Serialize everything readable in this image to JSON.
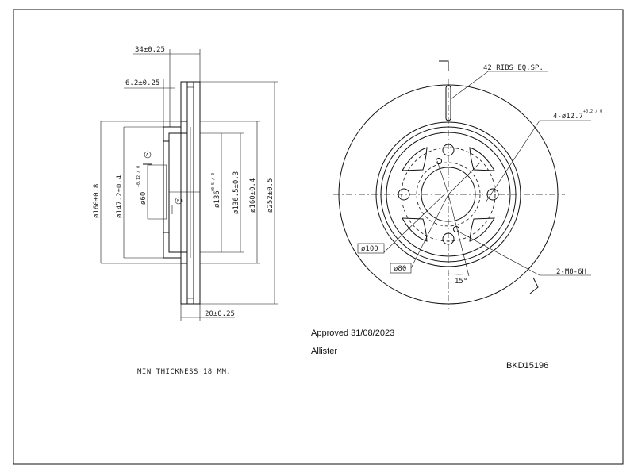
{
  "side_view": {
    "dims": {
      "overall_width": "34±0.25",
      "hat_thickness": "6.2±0.25",
      "disc_thickness": "20±0.25",
      "d_hat_outer": "ø160±0.8",
      "d_hat_inner": "ø147.2±0.4",
      "d_center_bore": "ø60",
      "d_center_bore_tol": "+0.12 / 0",
      "d_136": "ø136",
      "d_136_tol": "+0.5 / 0",
      "d_136_5": "ø136.5±0.3",
      "d_160": "ø160±0.4",
      "d_outer": "ø252±0.5"
    },
    "datum_a": "A",
    "datum_b": "B"
  },
  "front_view": {
    "ribs": "42 RIBS EQ.SP.",
    "holes": "4-ø12.7",
    "holes_tol": "+0.2 / 0",
    "pcd_100": "ø100",
    "pcd_80": "ø80",
    "threads": "2-M8-6H",
    "angle": "15°"
  },
  "notes": {
    "min_thickness": "MIN THICKNESS 18 MM.",
    "approved": "Approved 31/08/2023",
    "approver": "Allister",
    "part_number": "BKD15196"
  }
}
